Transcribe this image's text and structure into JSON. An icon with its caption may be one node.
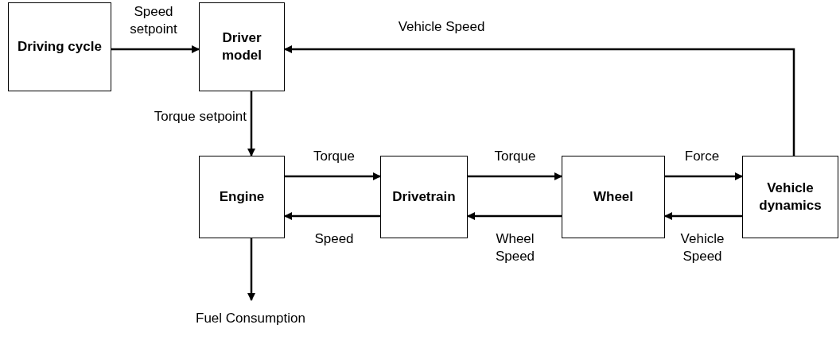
{
  "diagram": {
    "nodes": [
      {
        "text": [
          "Driving cycle"
        ]
      },
      {
        "text": [
          "Driver model"
        ]
      },
      {
        "text": [
          "Engine"
        ]
      },
      {
        "text": [
          "Drivetrain"
        ]
      },
      {
        "text": [
          "Wheel"
        ]
      },
      {
        "text": [
          "Vehicle dynamics"
        ]
      },
      {
        "text": [
          "Fuel Consumption"
        ]
      }
    ],
    "edges": [
      {
        "from": 0,
        "to": 1,
        "arrow": "to",
        "label": "Speed setpoint"
      },
      {
        "from": 1,
        "to": 2,
        "arrow": "to",
        "label": "Torque setpoint"
      },
      {
        "from": 2,
        "to": 3,
        "arrow": "to",
        "label": "Torque"
      },
      {
        "from": 3,
        "to": 2,
        "arrow": "to",
        "label": "Speed"
      },
      {
        "from": 3,
        "to": 4,
        "arrow": "to",
        "label": "Torque"
      },
      {
        "from": 4,
        "to": 3,
        "arrow": "to",
        "label": "Wheel Speed"
      },
      {
        "from": 4,
        "to": 5,
        "arrow": "to",
        "label": "Force"
      },
      {
        "from": 5,
        "to": 4,
        "arrow": "to",
        "label": "Vehicle Speed"
      },
      {
        "from": 5,
        "to": 1,
        "arrow": "to",
        "label": "Vehicle Speed"
      },
      {
        "from": 2,
        "to": 6,
        "arrow": "to"
      }
    ]
  }
}
